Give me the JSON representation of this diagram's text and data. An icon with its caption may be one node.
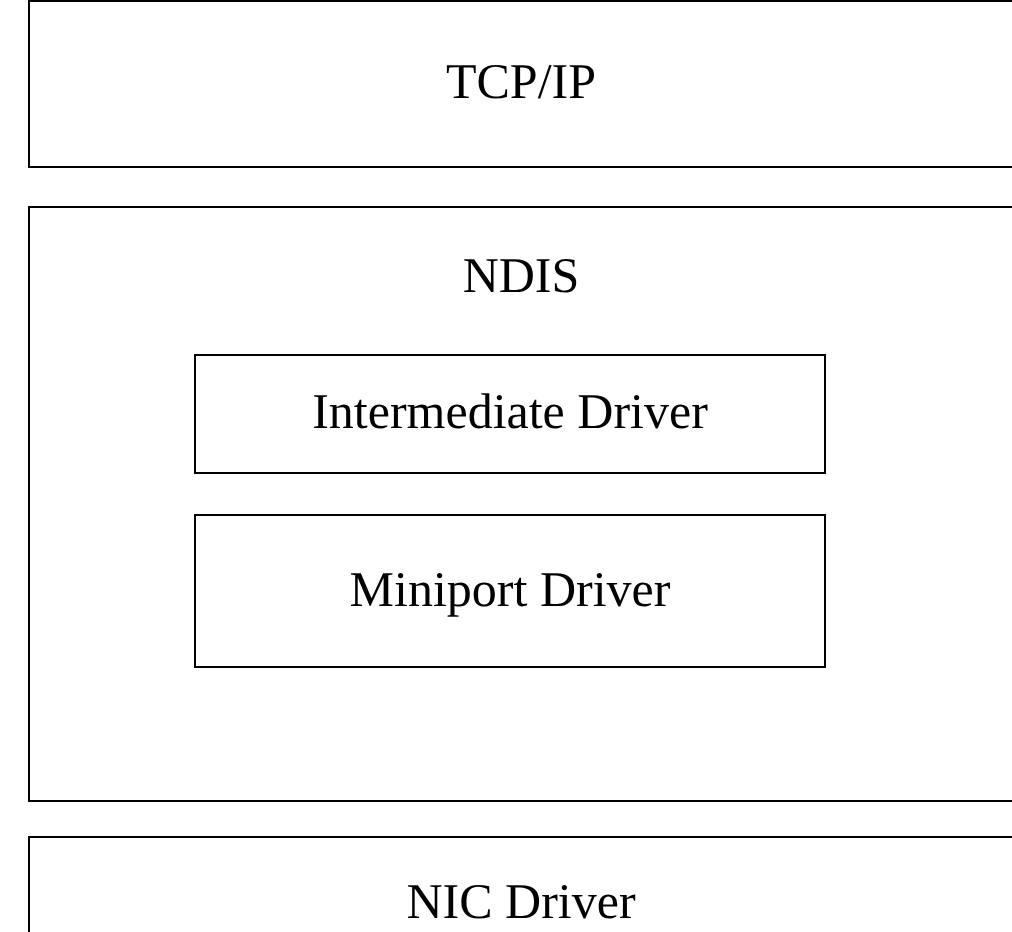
{
  "diagram": {
    "nodes": [
      {
        "text": [
          "TCP/IP"
        ]
      },
      {
        "text": [
          "NDIS"
        ]
      },
      {
        "text": [
          "Intermediate Driver"
        ],
        "in": 1
      },
      {
        "text": [
          "Miniport Driver"
        ],
        "in": 1
      },
      {
        "text": [
          "NIC Driver"
        ]
      }
    ]
  }
}
